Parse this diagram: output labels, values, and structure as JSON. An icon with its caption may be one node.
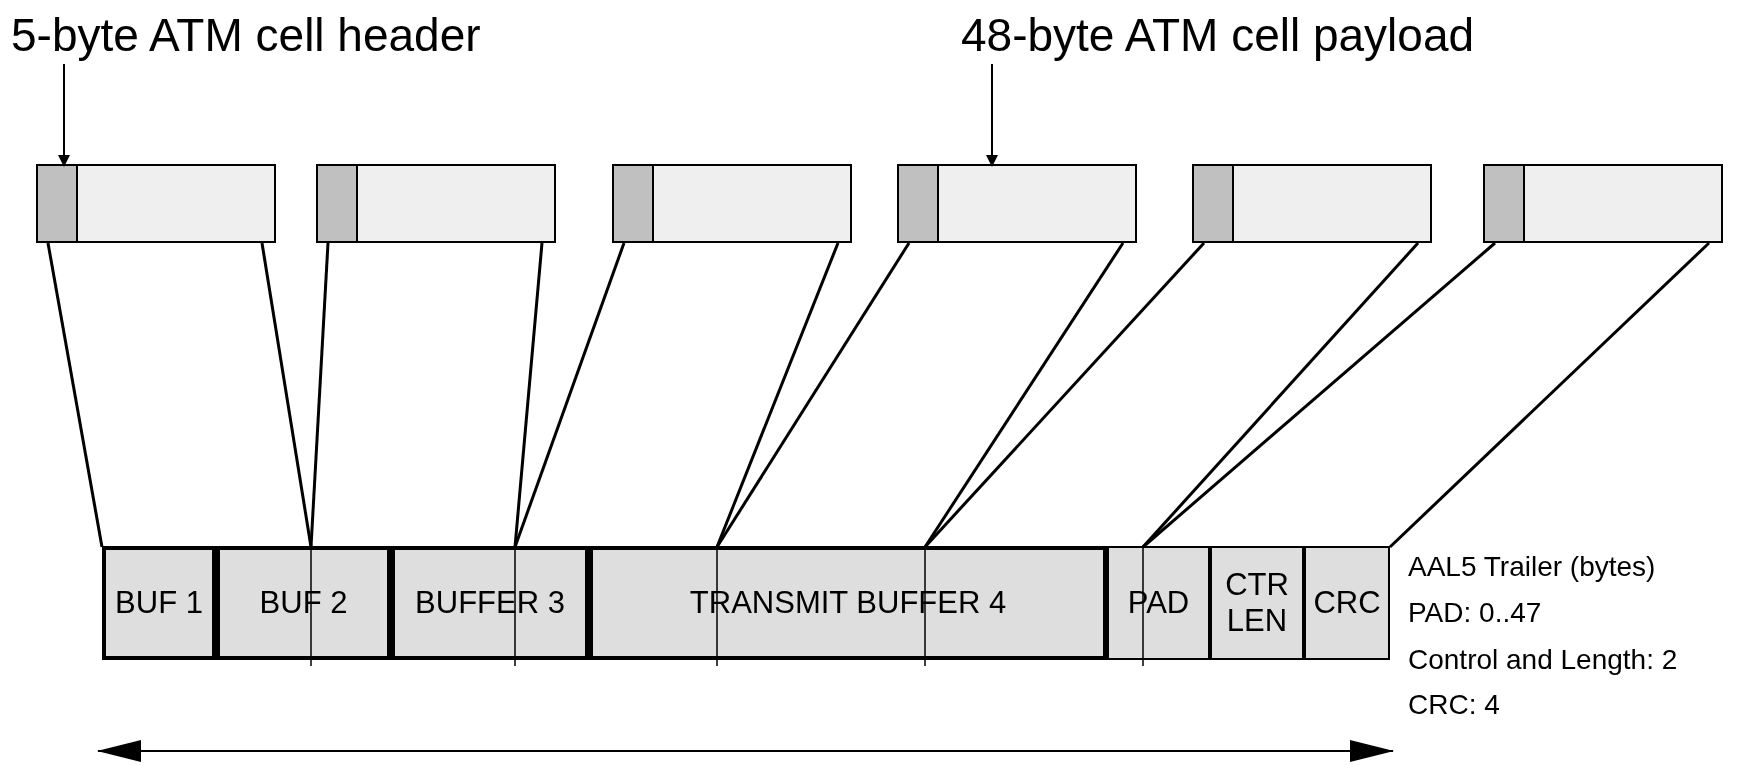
{
  "diagram": {
    "nodes": [
      {
        "text": [
          "5-byte ATM cell header"
        ]
      },
      {
        "text": [
          "48-byte ATM cell payload"
        ]
      },
      {
        "text": [],
        "shape": "box"
      },
      {
        "text": [],
        "shape": "box",
        "in": 2
      },
      {
        "text": [],
        "shape": "box",
        "in": 2
      },
      {
        "text": [],
        "shape": "box"
      },
      {
        "text": [],
        "shape": "box",
        "in": 5
      },
      {
        "text": [],
        "shape": "box",
        "in": 5
      },
      {
        "text": [],
        "shape": "box"
      },
      {
        "text": [],
        "shape": "box",
        "in": 8
      },
      {
        "text": [],
        "shape": "box",
        "in": 8
      },
      {
        "text": [],
        "shape": "box"
      },
      {
        "text": [],
        "shape": "box",
        "in": 11
      },
      {
        "text": [],
        "shape": "box",
        "in": 11
      },
      {
        "text": [],
        "shape": "box"
      },
      {
        "text": [],
        "shape": "box",
        "in": 14
      },
      {
        "text": [],
        "shape": "box",
        "in": 14
      },
      {
        "text": [],
        "shape": "box"
      },
      {
        "text": [],
        "shape": "box",
        "in": 17
      },
      {
        "text": [],
        "shape": "box",
        "in": 17
      },
      {
        "text": [
          "BUF 1"
        ]
      },
      {
        "text": [
          "BUF 2"
        ]
      },
      {
        "text": [
          "BUFFER 3"
        ]
      },
      {
        "text": [
          "TRANSMIT BUFFER 4"
        ]
      },
      {
        "text": [
          "PAD"
        ]
      },
      {
        "text": [
          "CTR LEN"
        ]
      },
      {
        "text": [
          "CRC"
        ]
      }
    ],
    "edges": [
      {
        "from": 0,
        "to": 3,
        "arrow": "to"
      },
      {
        "from": 1,
        "to": 13,
        "arrow": "to"
      },
      {
        "from": 2,
        "to": 20,
        "arrow": "none"
      },
      {
        "from": 2,
        "to": 21,
        "arrow": "none"
      },
      {
        "from": 5,
        "to": 21,
        "arrow": "none"
      },
      {
        "from": 5,
        "to": 22,
        "arrow": "none"
      },
      {
        "from": 8,
        "to": 22,
        "arrow": "none"
      },
      {
        "from": 8,
        "to": 23,
        "arrow": "none"
      },
      {
        "from": 11,
        "to": 23,
        "arrow": "none"
      },
      {
        "from": 11,
        "to": 23,
        "arrow": "none"
      },
      {
        "from": 14,
        "to": 23,
        "arrow": "none"
      },
      {
        "from": 14,
        "to": 24,
        "arrow": "none"
      },
      {
        "from": 17,
        "to": 24,
        "arrow": "none"
      },
      {
        "from": 17,
        "to": 26,
        "arrow": "none"
      }
    ],
    "labels": [
      "AAL5 Trailer (bytes)",
      "PAD: 0..47",
      "Control and Length: 2",
      "CRC: 4"
    ]
  }
}
